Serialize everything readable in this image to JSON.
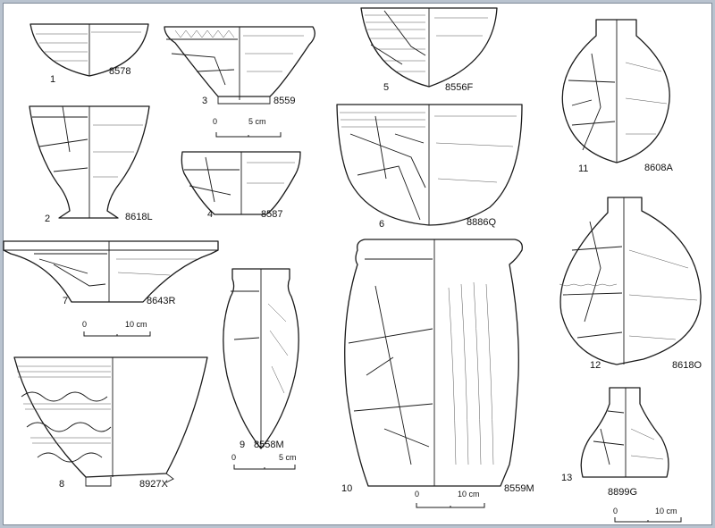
{
  "figures": [
    {
      "number": "1",
      "code": "8578"
    },
    {
      "number": "2",
      "code": "8618L"
    },
    {
      "number": "3",
      "code": "8559"
    },
    {
      "number": "4",
      "code": "8587"
    },
    {
      "number": "5",
      "code": "8556F"
    },
    {
      "number": "6",
      "code": "8886Q"
    },
    {
      "number": "7",
      "code": "8643R"
    },
    {
      "number": "8",
      "code": "8927X"
    },
    {
      "number": "9",
      "code": "8558M"
    },
    {
      "number": "10",
      "code": "8559M"
    },
    {
      "number": "11",
      "code": "8608A"
    },
    {
      "number": "12",
      "code": "8618O"
    },
    {
      "number": "13",
      "code": "8899G"
    }
  ],
  "scales": [
    {
      "start": "0",
      "end": "5 cm"
    },
    {
      "start": "0",
      "end": "10 cm"
    },
    {
      "start": "0",
      "end": "5 cm"
    },
    {
      "start": "0",
      "end": "10 cm"
    },
    {
      "start": "0",
      "end": "10 cm"
    }
  ]
}
